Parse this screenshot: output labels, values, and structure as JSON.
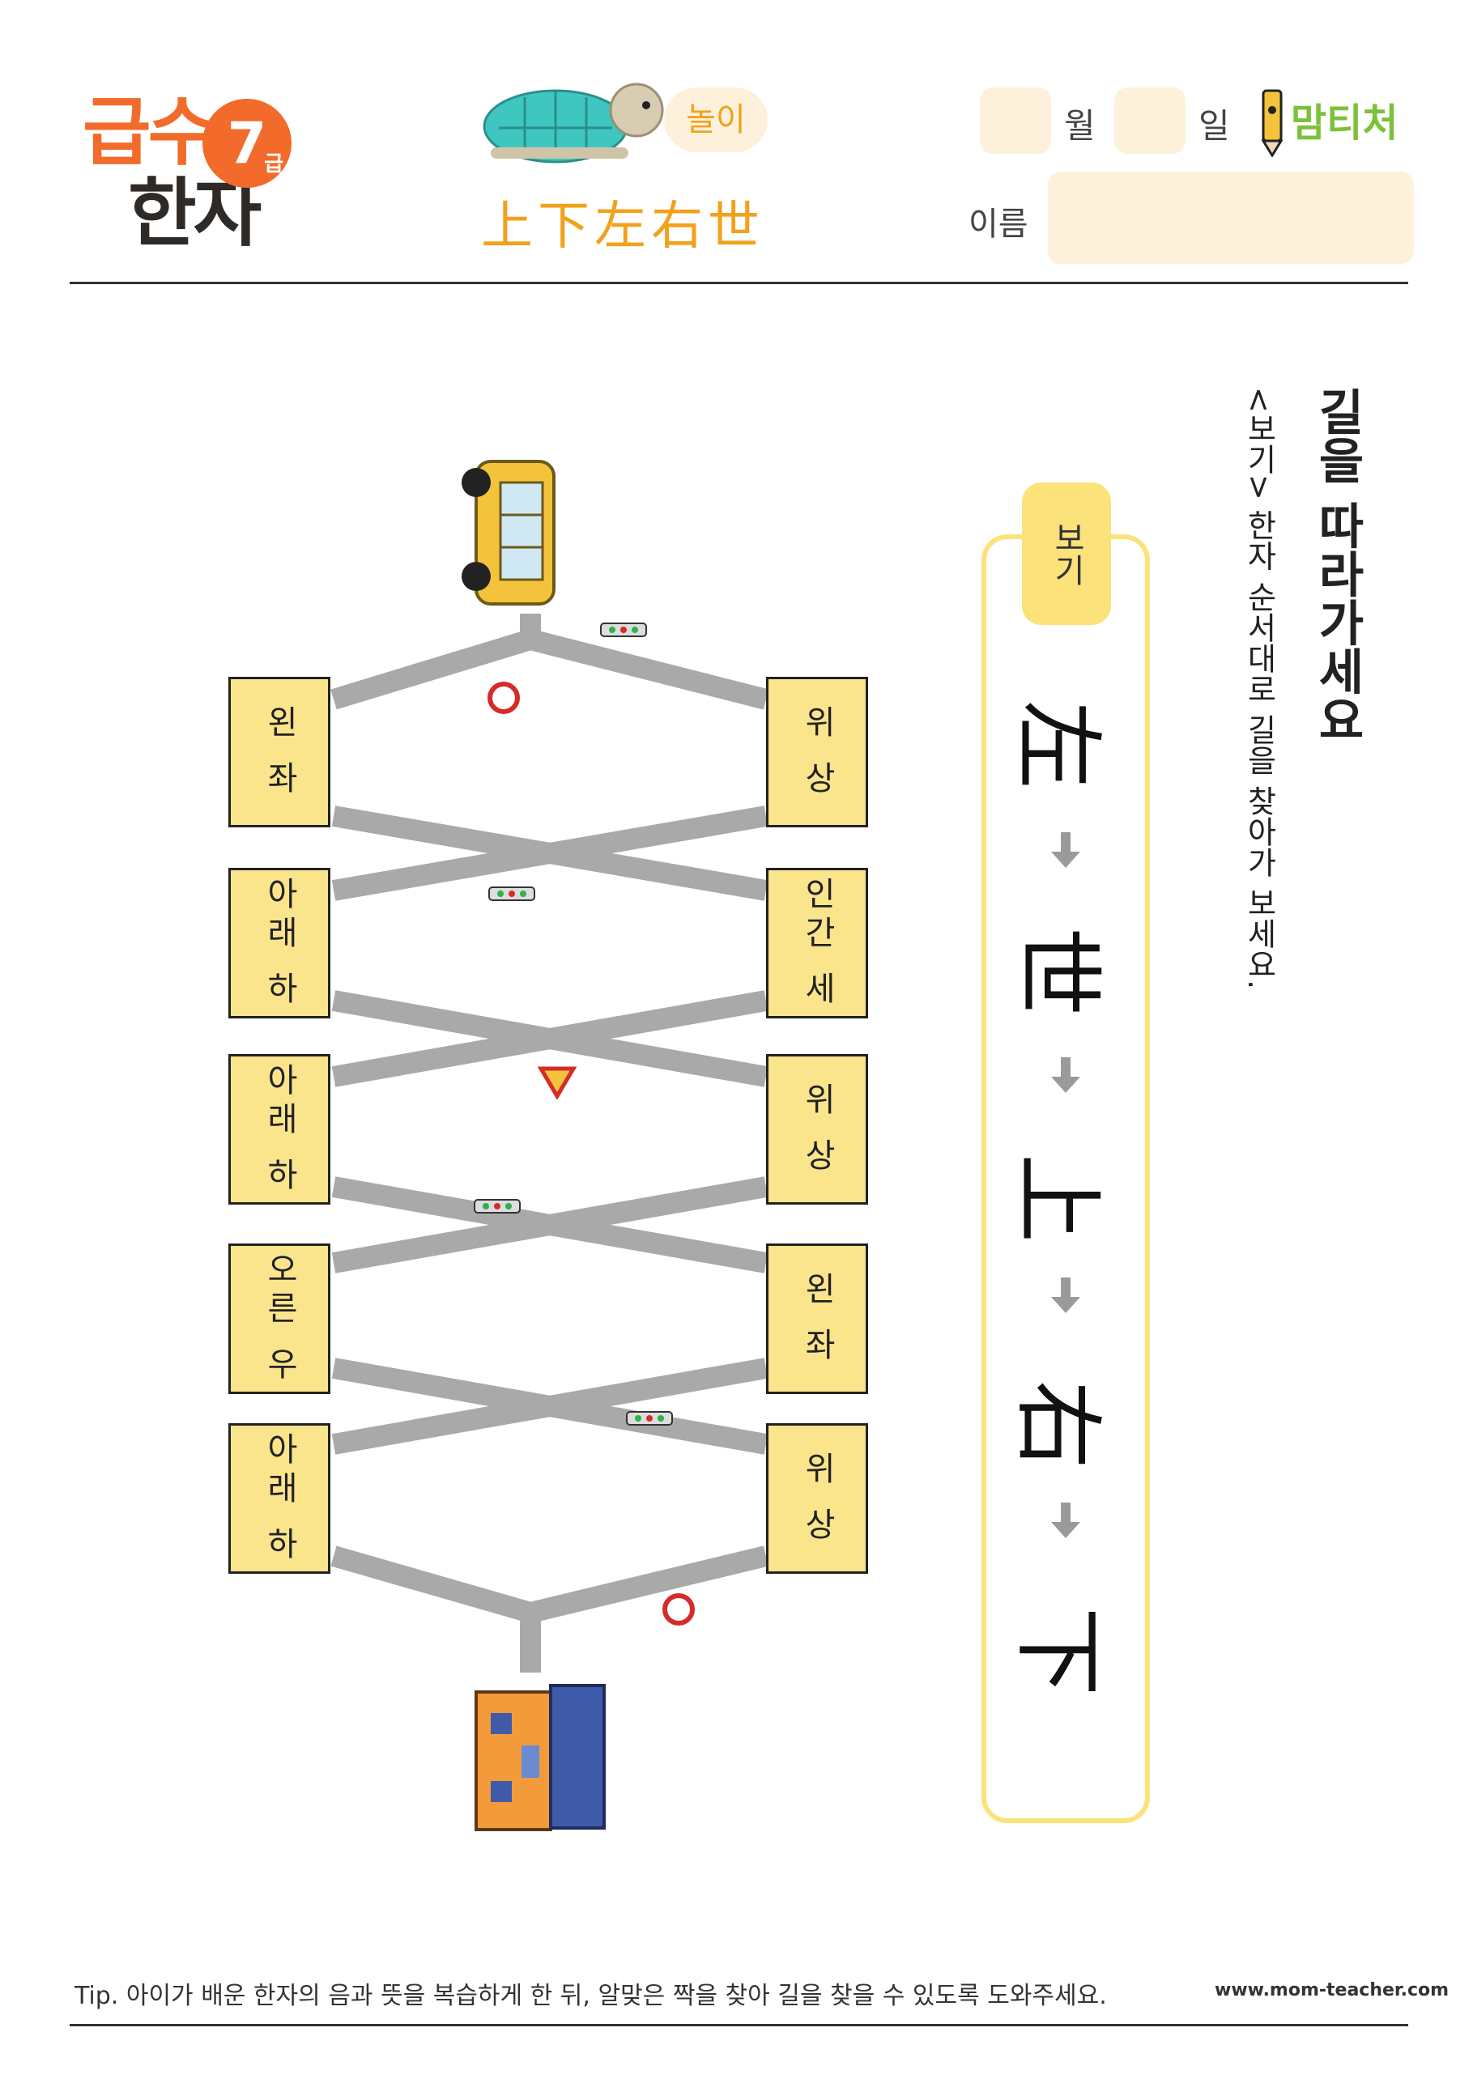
{
  "header": {
    "logo_top": "급수",
    "logo_bottom": "한자",
    "grade_number": "7",
    "grade_suffix": "급",
    "activity_badge": "놀이",
    "title_hanja": "上下左右世",
    "month_label": "월",
    "day_label": "일",
    "name_label": "이름",
    "brand": "맘티처"
  },
  "instructions": {
    "title": "길을 따라가세요",
    "subtitle": "<보기> 한자 순서대로 길을 찾아가 보세요."
  },
  "example": {
    "tab_label": "보기",
    "sequence": [
      "左",
      "世",
      "上",
      "右",
      "下"
    ]
  },
  "maze": {
    "left_tiles": [
      "왼 좌",
      "아래 하",
      "아래 하",
      "오른 우",
      "아래 하"
    ],
    "right_tiles": [
      "위 상",
      "인간 세",
      "위 상",
      "왼 좌",
      "위 상"
    ]
  },
  "footer": {
    "tip": "Tip. 아이가 배운 한자의 음과 뜻을 복습하게 한 뒤, 알맞은 짝을 찾아 길을 찾을 수 있도록 도와주세요.",
    "url": "www.mom-teacher.com"
  },
  "colors": {
    "accent_orange": "#f26b2a",
    "accent_yellow": "#f3a11b",
    "tile_fill": "#fbe58c",
    "box_border": "#fbe27a",
    "road": "#a9a9a9"
  }
}
